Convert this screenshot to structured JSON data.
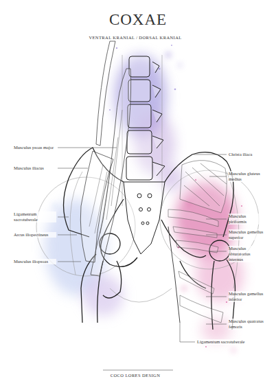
{
  "diagram": {
    "title": "COXAE",
    "labels": [
      "VENTRAL KRANIAL / DORSAL KRANIAL",
      "Musculus psoas major",
      "Musculus iliacus",
      "Ligamentum sacrotuberale",
      "Arcus iliopectineus",
      "Musculus iliopsoas",
      "Christa iliaca",
      "Musculus gluteus medius",
      "Musculus piriformis",
      "Musculus gemellus superior",
      "Musculus obturatorius internus",
      "Musculus gemellus inferior",
      "Musculus quatratus femoris",
      "Ligamentum sacrotuberale",
      "COCO LORES DESIGN"
    ]
  }
}
